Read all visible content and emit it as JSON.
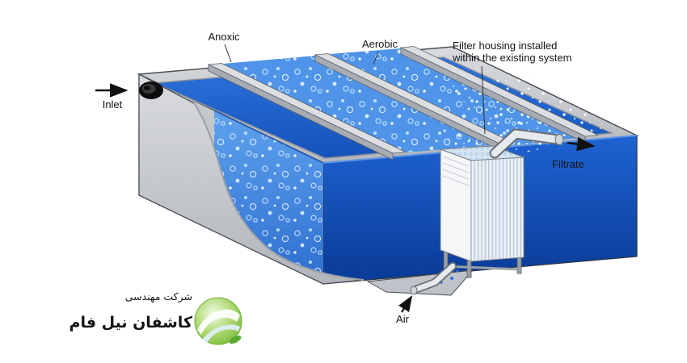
{
  "labels": {
    "anoxic": "Anoxic",
    "aerobic": "Aerobic",
    "filter_line1": "Filter housing installed",
    "filter_line2": "within the existing system",
    "inlet": "Inlet",
    "filtrate": "Filtrate",
    "air": "Air"
  },
  "logo": {
    "company_type": "شرکت مهندسی",
    "company_name": "کاشفان نیل فام"
  },
  "colors": {
    "water_dark": "#0a3a96",
    "water_mid": "#1b5ccc",
    "water_light": "#4f94e9",
    "tank_gray": "#c7cad0",
    "logo_green": "#7ec13e",
    "logo_blue": "#1d4f9b"
  }
}
